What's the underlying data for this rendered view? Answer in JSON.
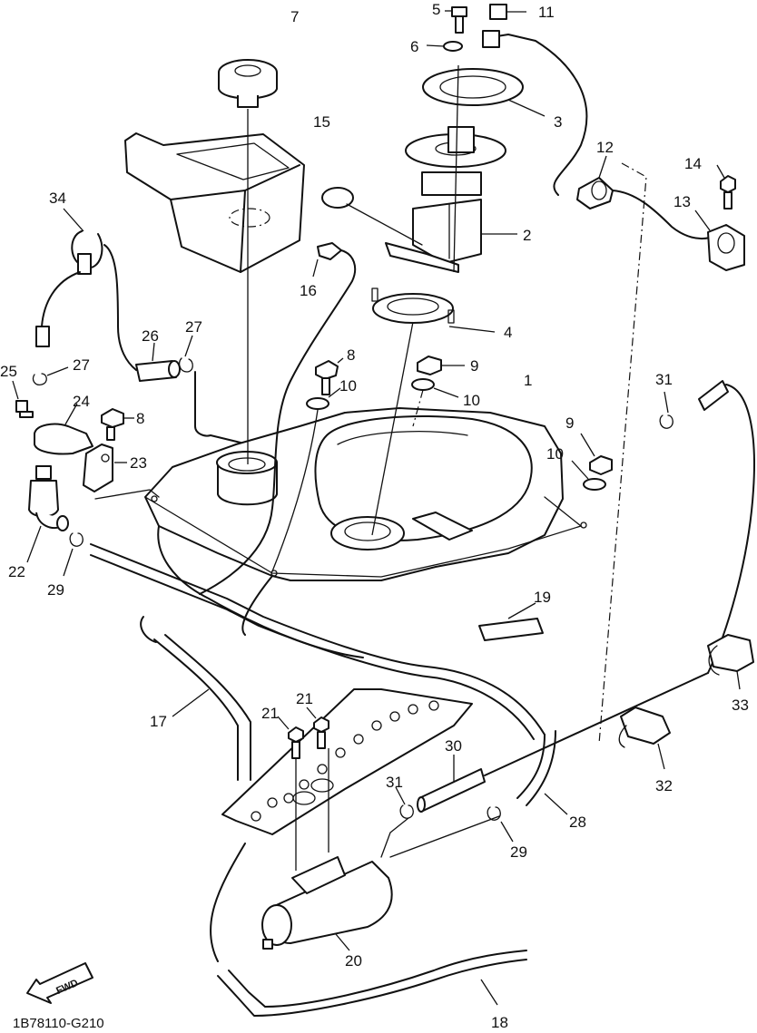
{
  "diagram_code": "1B78110-G210",
  "direction_label": "FWD",
  "callouts": [
    {
      "id": "c1",
      "text": "1"
    },
    {
      "id": "c2",
      "text": "2"
    },
    {
      "id": "c3",
      "text": "3"
    },
    {
      "id": "c4",
      "text": "4"
    },
    {
      "id": "c5",
      "text": "5"
    },
    {
      "id": "c6",
      "text": "6"
    },
    {
      "id": "c7",
      "text": "7"
    },
    {
      "id": "c8a",
      "text": "8"
    },
    {
      "id": "c8b",
      "text": "8"
    },
    {
      "id": "c9a",
      "text": "9"
    },
    {
      "id": "c9b",
      "text": "9"
    },
    {
      "id": "c10a",
      "text": "10"
    },
    {
      "id": "c10b",
      "text": "10"
    },
    {
      "id": "c10c",
      "text": "10"
    },
    {
      "id": "c11",
      "text": "11"
    },
    {
      "id": "c12",
      "text": "12"
    },
    {
      "id": "c13",
      "text": "13"
    },
    {
      "id": "c14",
      "text": "14"
    },
    {
      "id": "c15",
      "text": "15"
    },
    {
      "id": "c16",
      "text": "16"
    },
    {
      "id": "c17",
      "text": "17"
    },
    {
      "id": "c18",
      "text": "18"
    },
    {
      "id": "c19",
      "text": "19"
    },
    {
      "id": "c20",
      "text": "20"
    },
    {
      "id": "c21a",
      "text": "21"
    },
    {
      "id": "c21b",
      "text": "21"
    },
    {
      "id": "c22",
      "text": "22"
    },
    {
      "id": "c23",
      "text": "23"
    },
    {
      "id": "c24",
      "text": "24"
    },
    {
      "id": "c25",
      "text": "25"
    },
    {
      "id": "c26",
      "text": "26"
    },
    {
      "id": "c27a",
      "text": "27"
    },
    {
      "id": "c27b",
      "text": "27"
    },
    {
      "id": "c28",
      "text": "28"
    },
    {
      "id": "c29a",
      "text": "29"
    },
    {
      "id": "c29b",
      "text": "29"
    },
    {
      "id": "c30",
      "text": "30"
    },
    {
      "id": "c31a",
      "text": "31"
    },
    {
      "id": "c31b",
      "text": "31"
    },
    {
      "id": "c32",
      "text": "32"
    },
    {
      "id": "c33",
      "text": "33"
    },
    {
      "id": "c34",
      "text": "34"
    }
  ]
}
